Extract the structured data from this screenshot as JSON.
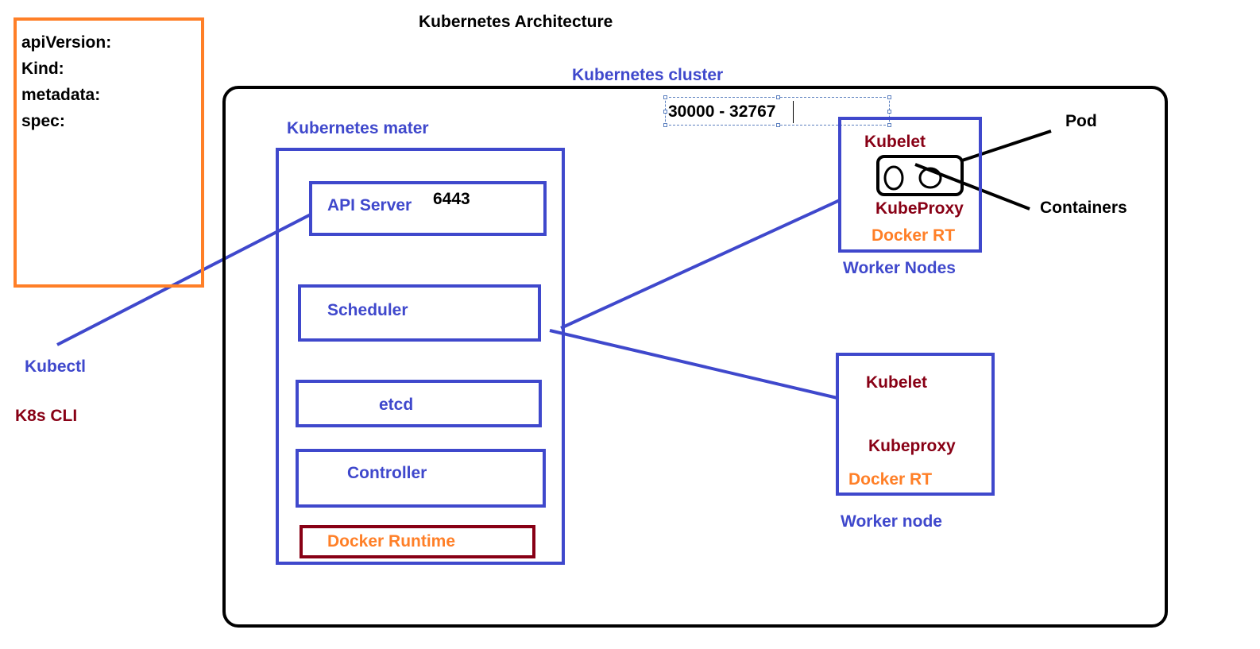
{
  "title": "Kubernetes Architecture",
  "yaml_fields": [
    "apiVersion:",
    "Kind:",
    "metadata:",
    "spec:"
  ],
  "cluster": {
    "label": "Kubernetes cluster",
    "port_range": "30000 - 32767"
  },
  "master": {
    "label": "Kubernetes mater",
    "api_server": "API Server",
    "api_port": "6443",
    "scheduler": "Scheduler",
    "etcd": "etcd",
    "controller": "Controller",
    "docker_runtime": "Docker Runtime"
  },
  "client": {
    "kubectl": "Kubectl",
    "cli": "K8s CLI"
  },
  "worker_nodes": {
    "kubelet": "Kubelet",
    "kubeproxy": "KubeProxy",
    "docker": "Docker RT",
    "label": "Worker Nodes",
    "pod_label": "Pod",
    "containers_label": "Containers"
  },
  "worker_node": {
    "kubelet": "Kubelet",
    "kubeproxy": "Kubeproxy",
    "docker": "Docker RT",
    "label": "Worker node"
  },
  "colors": {
    "blue": "#3f48cc",
    "maroon": "#880015",
    "orange": "#ff7f27",
    "black": "#000000"
  }
}
